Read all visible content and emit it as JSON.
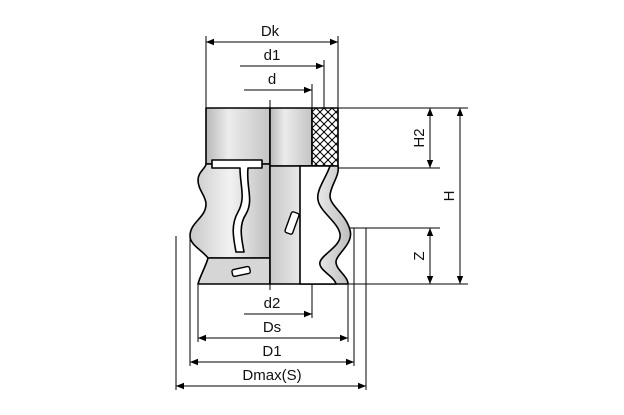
{
  "dimensions": {
    "dk": "Dk",
    "d1": "d1",
    "d": "d",
    "h2": "H2",
    "h": "H",
    "z": "Z",
    "d2": "d2",
    "ds": "Ds",
    "D1": "D1",
    "dmax": "Dmax(S)"
  },
  "colors": {
    "body_light": "#e4e4e4",
    "body_mid": "#cfcfcf",
    "body_dark": "#a8a8a8",
    "outline": "#000000"
  }
}
